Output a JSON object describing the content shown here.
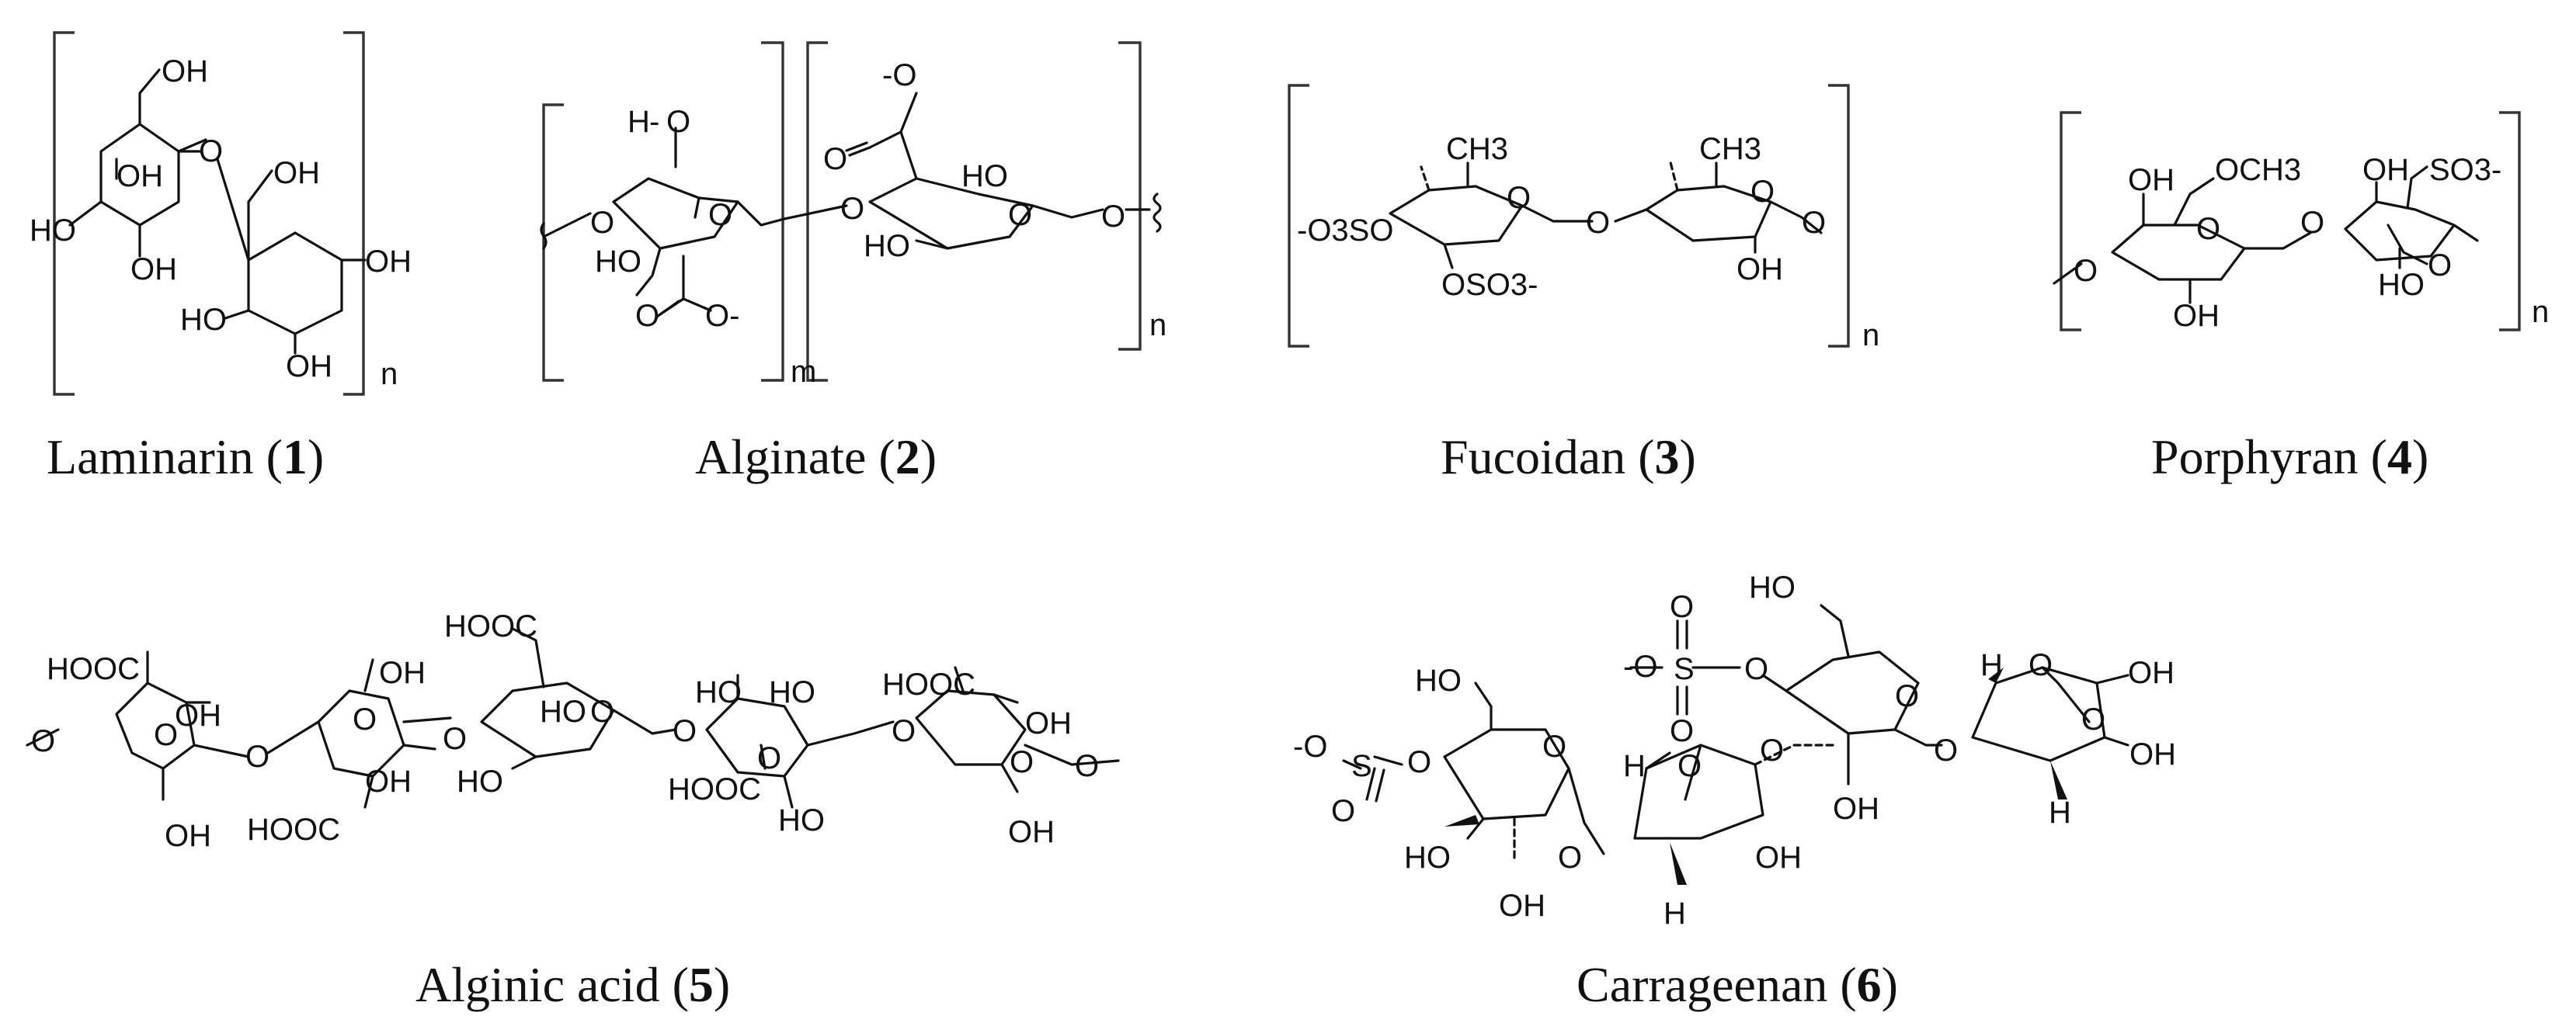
{
  "captions": {
    "laminarin": {
      "name": "Laminarin",
      "num": "1"
    },
    "alginate": {
      "name": "Alginate",
      "num": "2"
    },
    "fucoidan": {
      "name": "Fucoidan",
      "num": "3"
    },
    "porphyran": {
      "name": "Porphyran",
      "num": "4"
    },
    "alginic_acid": {
      "name": "Alginic acid",
      "num": "5"
    },
    "carrageenan": {
      "name": "Carrageenan",
      "num": "6"
    }
  },
  "labels": {
    "OH": "OH",
    "HO": "HO",
    "O": "O",
    "H": "H",
    "n": "n",
    "m": "m",
    "HOOC": "HOOC",
    "COOH": "HOOC",
    "CH3": "CH3",
    "OCH3": "OCH3",
    "O3SO": "-O3SO",
    "OSO3": "OSO3-",
    "SO3": "SO3-",
    "Ominus": "O-",
    "Otop": "-O",
    "S": "S",
    "minus": "-"
  },
  "colors": {
    "ink": "#111111",
    "background": "#ffffff"
  }
}
